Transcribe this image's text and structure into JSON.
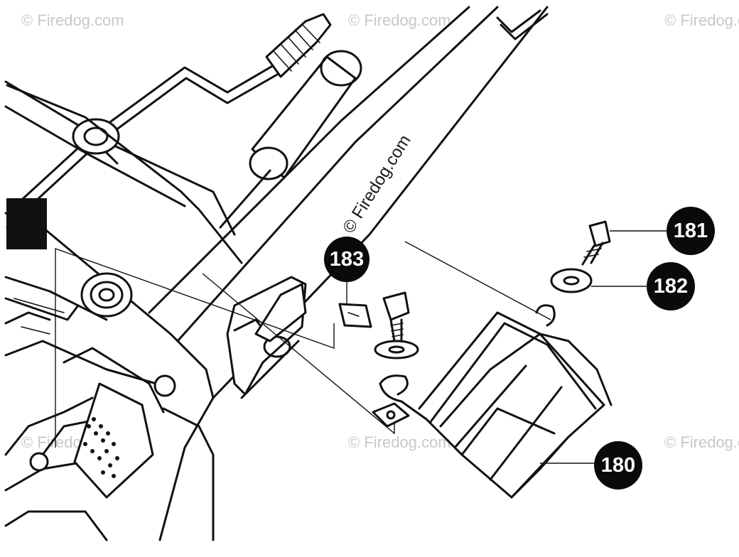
{
  "watermark": {
    "text": "© Firedog.com",
    "center_text": "© Firedog.com"
  },
  "callouts": [
    {
      "id": "callout-180",
      "label": "180",
      "part": "grass-catcher-frame-bracket"
    },
    {
      "id": "callout-181",
      "label": "181",
      "part": "bolt"
    },
    {
      "id": "callout-182",
      "label": "182",
      "part": "washer"
    },
    {
      "id": "callout-183",
      "label": "183",
      "part": "clip-nut"
    }
  ]
}
